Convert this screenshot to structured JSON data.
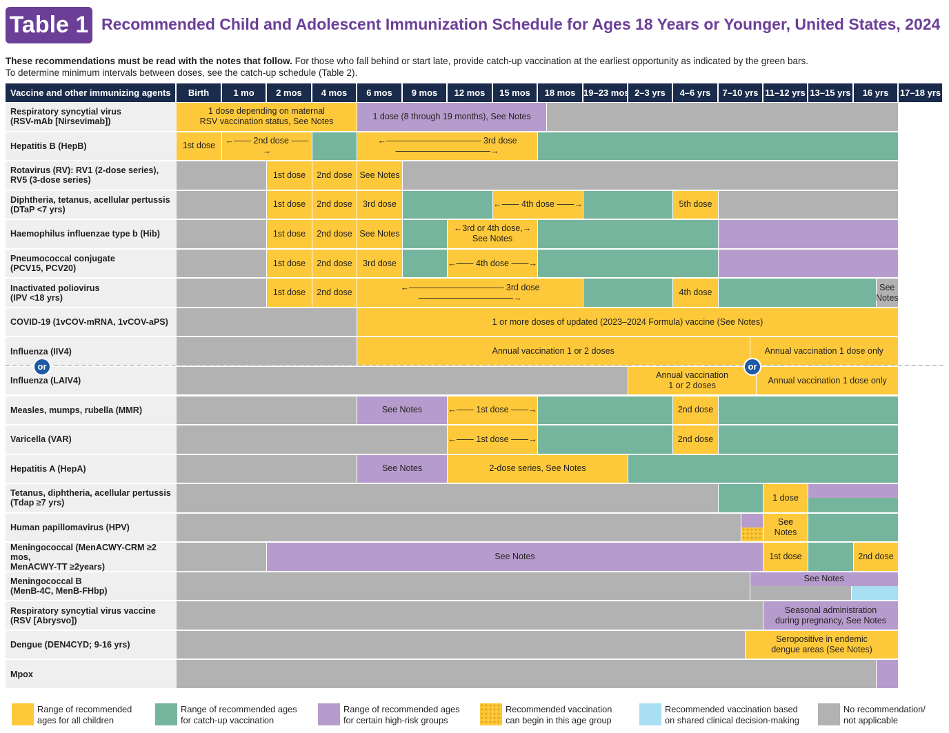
{
  "header": {
    "badge": "Table 1",
    "title": "Recommended Child and Adolescent Immunization Schedule for Ages 18 Years or Younger, United States, 2024",
    "intro_bold": "These recommendations must be read with the notes that follow.",
    "intro_rest": " For those who fall behind or start late, provide catch-up vaccination at the earliest opportunity as indicated by the green bars.",
    "intro_line2": "To determine minimum intervals between doses, see the catch-up schedule (Table 2)."
  },
  "columns": [
    "Vaccine and other immunizing agents",
    "Birth",
    "1 mo",
    "2 mos",
    "4 mos",
    "6 mos",
    "9 mos",
    "12 mos",
    "15 mos",
    "18 mos",
    "19–23 mos",
    "2–3 yrs",
    "4–6 yrs",
    "7–10 yrs",
    "11–12 yrs",
    "13–15 yrs",
    "16 yrs",
    "17–18 yrs"
  ],
  "colors": {
    "recommended": "#fdc93a",
    "catchup": "#76b59d",
    "high_risk": "#b69ccc",
    "shared_decision": "#a9dff3",
    "not_applicable": "#b2b2b2",
    "header_bg": "#1a2b4c",
    "title": "#6b3f98"
  },
  "rows": [
    {
      "label": "Respiratory syncytial virus\n(RSV-mAb [Nirsevimab])",
      "segments": [
        {
          "s": 1,
          "e": 5,
          "t": "y",
          "label": "1 dose depending on maternal\nRSV vaccination status, See Notes"
        },
        {
          "s": 5,
          "e": 9.2,
          "t": "p",
          "label": "1 dose (8 through 19 months), See Notes"
        },
        {
          "s": 9.2,
          "e": 17,
          "t": "n",
          "label": ""
        }
      ]
    },
    {
      "label": "Hepatitis B (HepB)",
      "segments": [
        {
          "s": 1,
          "e": 2,
          "t": "y",
          "label": "1st dose"
        },
        {
          "s": 2,
          "e": 4,
          "t": "y",
          "label": "←—— 2nd dose ——→"
        },
        {
          "s": 4,
          "e": 5,
          "t": "g",
          "label": ""
        },
        {
          "s": 5,
          "e": 9,
          "t": "y",
          "label": "←——————————— 3rd dose ———————————→"
        },
        {
          "s": 9,
          "e": 17,
          "t": "g",
          "label": ""
        }
      ]
    },
    {
      "label": "Rotavirus (RV): RV1 (2-dose series),\nRV5 (3-dose series)",
      "segments": [
        {
          "s": 1,
          "e": 3,
          "t": "n",
          "label": ""
        },
        {
          "s": 3,
          "e": 4,
          "t": "y",
          "label": "1st dose"
        },
        {
          "s": 4,
          "e": 5,
          "t": "y",
          "label": "2nd dose"
        },
        {
          "s": 5,
          "e": 6,
          "t": "y",
          "label": "See Notes"
        },
        {
          "s": 6,
          "e": 17,
          "t": "n",
          "label": ""
        }
      ]
    },
    {
      "label": "Diphtheria, tetanus, acellular pertussis\n(DTaP <7 yrs)",
      "segments": [
        {
          "s": 1,
          "e": 3,
          "t": "n",
          "label": ""
        },
        {
          "s": 3,
          "e": 4,
          "t": "y",
          "label": "1st dose"
        },
        {
          "s": 4,
          "e": 5,
          "t": "y",
          "label": "2nd dose"
        },
        {
          "s": 5,
          "e": 6,
          "t": "y",
          "label": "3rd dose"
        },
        {
          "s": 6,
          "e": 8,
          "t": "g",
          "label": ""
        },
        {
          "s": 8,
          "e": 10,
          "t": "y",
          "label": "←—— 4th dose ——→"
        },
        {
          "s": 10,
          "e": 12,
          "t": "g",
          "label": ""
        },
        {
          "s": 12,
          "e": 13,
          "t": "y",
          "label": "5th dose"
        },
        {
          "s": 13,
          "e": 17,
          "t": "n",
          "label": ""
        }
      ]
    },
    {
      "label": "Haemophilus influenzae type b (Hib)",
      "segments": [
        {
          "s": 1,
          "e": 3,
          "t": "n",
          "label": ""
        },
        {
          "s": 3,
          "e": 4,
          "t": "y",
          "label": "1st dose"
        },
        {
          "s": 4,
          "e": 5,
          "t": "y",
          "label": "2nd dose"
        },
        {
          "s": 5,
          "e": 6,
          "t": "y",
          "label": "See Notes"
        },
        {
          "s": 6,
          "e": 7,
          "t": "g",
          "label": ""
        },
        {
          "s": 7,
          "e": 9,
          "t": "y",
          "label": "←3rd or 4th dose,→\nSee Notes"
        },
        {
          "s": 9,
          "e": 13,
          "t": "g",
          "label": ""
        },
        {
          "s": 13,
          "e": 17,
          "t": "p",
          "label": ""
        }
      ]
    },
    {
      "label": "Pneumococcal conjugate\n(PCV15, PCV20)",
      "segments": [
        {
          "s": 1,
          "e": 3,
          "t": "n",
          "label": ""
        },
        {
          "s": 3,
          "e": 4,
          "t": "y",
          "label": "1st dose"
        },
        {
          "s": 4,
          "e": 5,
          "t": "y",
          "label": "2nd dose"
        },
        {
          "s": 5,
          "e": 6,
          "t": "y",
          "label": "3rd dose"
        },
        {
          "s": 6,
          "e": 7,
          "t": "g",
          "label": ""
        },
        {
          "s": 7,
          "e": 9,
          "t": "y",
          "label": "←—— 4th dose ——→"
        },
        {
          "s": 9,
          "e": 13,
          "t": "g",
          "label": ""
        },
        {
          "s": 13,
          "e": 17,
          "t": "p",
          "label": ""
        }
      ]
    },
    {
      "label": "Inactivated poliovirus\n(IPV <18 yrs)",
      "segments": [
        {
          "s": 1,
          "e": 3,
          "t": "n",
          "label": ""
        },
        {
          "s": 3,
          "e": 4,
          "t": "y",
          "label": "1st dose"
        },
        {
          "s": 4,
          "e": 5,
          "t": "y",
          "label": "2nd dose"
        },
        {
          "s": 5,
          "e": 10,
          "t": "y",
          "label": "←——————————— 3rd dose ———————————→"
        },
        {
          "s": 10,
          "e": 12,
          "t": "g",
          "label": ""
        },
        {
          "s": 12,
          "e": 13,
          "t": "y",
          "label": "4th dose"
        },
        {
          "s": 13,
          "e": 16.5,
          "t": "g",
          "label": ""
        },
        {
          "s": 16.5,
          "e": 17,
          "t": "n",
          "label": "See\nNotes"
        }
      ]
    },
    {
      "label": "COVID-19 (1vCOV-mRNA, 1vCOV-aPS)",
      "segments": [
        {
          "s": 1,
          "e": 5,
          "t": "n",
          "label": ""
        },
        {
          "s": 5,
          "e": 17,
          "t": "y",
          "label": "1 or more doses of updated (2023–2024 Formula) vaccine (See Notes)"
        }
      ]
    },
    {
      "label": "Influenza (IIV4)",
      "segments": [
        {
          "s": 1,
          "e": 5,
          "t": "n",
          "label": ""
        },
        {
          "s": 5,
          "e": 13.7,
          "t": "y",
          "label": "Annual vaccination 1 or 2 doses"
        },
        {
          "s": 13.7,
          "e": 17,
          "t": "y",
          "label": "Annual vaccination 1 dose only"
        }
      ]
    },
    {
      "label": "Influenza (LAIV4)",
      "segments": [
        {
          "s": 1,
          "e": 11,
          "t": "n",
          "label": ""
        },
        {
          "s": 11,
          "e": 13.85,
          "t": "y",
          "label": "Annual vaccination\n1 or 2 doses"
        },
        {
          "s": 13.85,
          "e": 17,
          "t": "y",
          "label": "Annual vaccination 1 dose only"
        }
      ]
    },
    {
      "label": "Measles, mumps, rubella (MMR)",
      "segments": [
        {
          "s": 1,
          "e": 5,
          "t": "n",
          "label": ""
        },
        {
          "s": 5,
          "e": 7,
          "t": "p",
          "label": "See Notes"
        },
        {
          "s": 7,
          "e": 9,
          "t": "y",
          "label": "←—— 1st dose ——→"
        },
        {
          "s": 9,
          "e": 12,
          "t": "g",
          "label": ""
        },
        {
          "s": 12,
          "e": 13,
          "t": "y",
          "label": "2nd dose"
        },
        {
          "s": 13,
          "e": 17,
          "t": "g",
          "label": ""
        }
      ]
    },
    {
      "label": "Varicella (VAR)",
      "segments": [
        {
          "s": 1,
          "e": 7,
          "t": "n",
          "label": ""
        },
        {
          "s": 7,
          "e": 9,
          "t": "y",
          "label": "←—— 1st dose ——→"
        },
        {
          "s": 9,
          "e": 12,
          "t": "g",
          "label": ""
        },
        {
          "s": 12,
          "e": 13,
          "t": "y",
          "label": "2nd dose"
        },
        {
          "s": 13,
          "e": 17,
          "t": "g",
          "label": ""
        }
      ]
    },
    {
      "label": "Hepatitis A (HepA)",
      "segments": [
        {
          "s": 1,
          "e": 5,
          "t": "n",
          "label": ""
        },
        {
          "s": 5,
          "e": 7,
          "t": "p",
          "label": "See Notes"
        },
        {
          "s": 7,
          "e": 11,
          "t": "y",
          "label": "2-dose series, See Notes"
        },
        {
          "s": 11,
          "e": 17,
          "t": "g",
          "label": ""
        }
      ]
    },
    {
      "label": "Tetanus, diphtheria, acellular pertussis\n(Tdap ≥7 yrs)",
      "segments": [
        {
          "s": 1,
          "e": 13,
          "t": "n",
          "label": ""
        },
        {
          "s": 13,
          "e": 14,
          "t": "g",
          "label": ""
        },
        {
          "s": 14,
          "e": 15,
          "t": "y",
          "label": "1 dose"
        },
        {
          "s": 15,
          "e": 17,
          "t": "p",
          "half": "top",
          "label": ""
        },
        {
          "s": 15,
          "e": 17,
          "t": "g",
          "half": "bottom",
          "label": ""
        }
      ]
    },
    {
      "label": "Human papillomavirus (HPV)",
      "segments": [
        {
          "s": 1,
          "e": 13.5,
          "t": "n",
          "label": ""
        },
        {
          "s": 13.5,
          "e": 14,
          "t": "p",
          "half": "top",
          "label": ""
        },
        {
          "s": 13.5,
          "e": 14,
          "t": "h",
          "half": "bottom",
          "label": ""
        },
        {
          "s": 14,
          "e": 15,
          "t": "y",
          "label": "See\nNotes"
        },
        {
          "s": 15,
          "e": 17,
          "t": "g",
          "label": ""
        }
      ]
    },
    {
      "label": "Meningococcal (MenACWY-CRM ≥2 mos,\nMenACWY-TT ≥2years)",
      "segments": [
        {
          "s": 1,
          "e": 3,
          "t": "n",
          "label": ""
        },
        {
          "s": 3,
          "e": 14,
          "t": "p",
          "label": "See Notes"
        },
        {
          "s": 14,
          "e": 15,
          "t": "y",
          "label": "1st dose"
        },
        {
          "s": 15,
          "e": 16,
          "t": "g",
          "label": ""
        },
        {
          "s": 16,
          "e": 17,
          "t": "y",
          "label": "2nd dose"
        },
        {
          "s": 17,
          "e": 17,
          "t": "g",
          "label": ""
        }
      ]
    },
    {
      "label": "Meningococcal B\n(MenB-4C, MenB-FHbp)",
      "segments": [
        {
          "s": 1,
          "e": 13.7,
          "t": "n",
          "label": ""
        },
        {
          "s": 13.7,
          "e": 17,
          "t": "p",
          "half": "top",
          "label": "See Notes"
        },
        {
          "s": 13.7,
          "e": 15.95,
          "t": "n",
          "half": "bottom",
          "label": ""
        },
        {
          "s": 15.95,
          "e": 17,
          "t": "b",
          "half": "bottom",
          "label": ""
        }
      ]
    },
    {
      "label": "Respiratory syncytial virus vaccine\n(RSV [Abrysvo])",
      "segments": [
        {
          "s": 1,
          "e": 14,
          "t": "n",
          "label": ""
        },
        {
          "s": 14,
          "e": 17,
          "t": "p",
          "label": "Seasonal administration\nduring pregnancy, See Notes"
        }
      ]
    },
    {
      "label": "Dengue (DEN4CYD; 9-16 yrs)",
      "segments": [
        {
          "s": 1,
          "e": 13.6,
          "t": "n",
          "label": ""
        },
        {
          "s": 13.6,
          "e": 17,
          "t": "y",
          "label": "Seropositive in endemic\ndengue areas (See Notes)"
        }
      ]
    },
    {
      "label": "Mpox",
      "segments": [
        {
          "s": 1,
          "e": 16.5,
          "t": "n",
          "label": ""
        },
        {
          "s": 16.5,
          "e": 17,
          "t": "p",
          "label": ""
        }
      ]
    }
  ],
  "or_label": "or",
  "legend": [
    {
      "t": "y",
      "label": "Range of recommended\nages for all children"
    },
    {
      "t": "g",
      "label": "Range of recommended ages\nfor catch-up vaccination"
    },
    {
      "t": "p",
      "label": "Range of recommended ages\nfor certain high-risk groups"
    },
    {
      "t": "h",
      "label": "Recommended vaccination\ncan begin in this age group"
    },
    {
      "t": "b",
      "label": "Recommended vaccination based\non shared clinical decision-making"
    },
    {
      "t": "n",
      "label": "No recommendation/\nnot applicable"
    }
  ]
}
